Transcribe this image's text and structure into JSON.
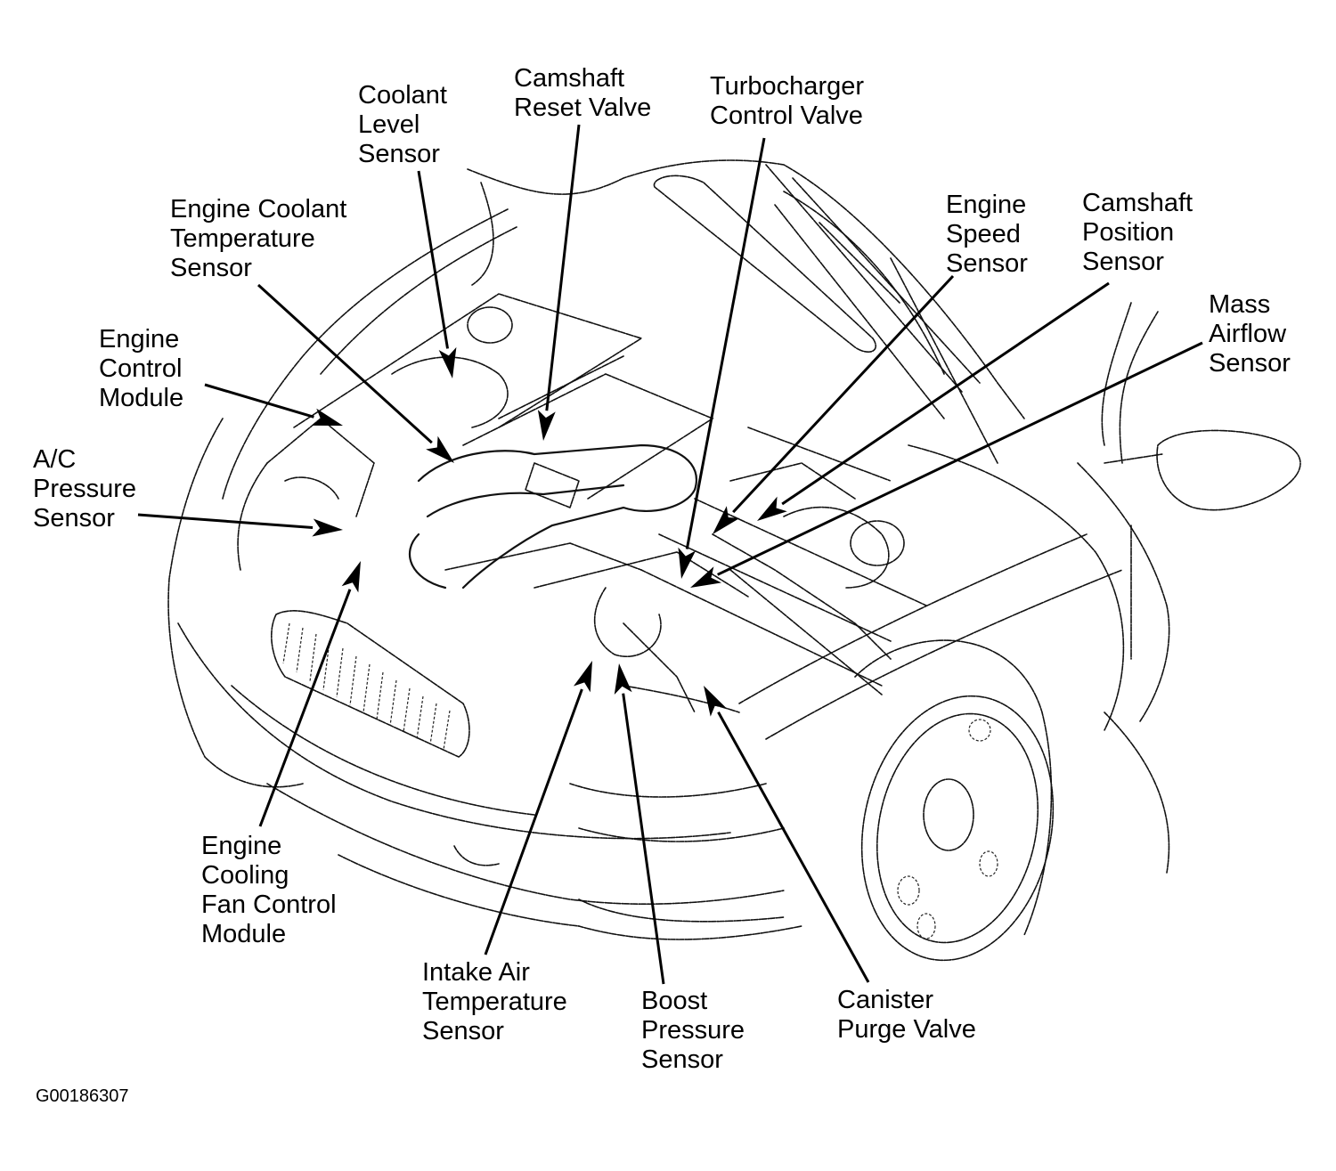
{
  "diagram": {
    "type": "component-locator",
    "subject": "Engine compartment component locations",
    "figure_id": "G00186307",
    "labels": [
      {
        "id": "coolant-level-sensor",
        "text": "Coolant\nLevel\nSensor"
      },
      {
        "id": "camshaft-reset-valve",
        "text": "Camshaft\nReset Valve"
      },
      {
        "id": "turbocharger-control-valve",
        "text": "Turbocharger\nControl Valve"
      },
      {
        "id": "engine-coolant-temperature-sensor",
        "text": "Engine Coolant\nTemperature\nSensor"
      },
      {
        "id": "engine-speed-sensor",
        "text": "Engine\nSpeed\nSensor"
      },
      {
        "id": "camshaft-position-sensor",
        "text": "Camshaft\nPosition\nSensor"
      },
      {
        "id": "mass-airflow-sensor",
        "text": "Mass\nAirflow\nSensor"
      },
      {
        "id": "engine-control-module",
        "text": "Engine\nControl\nModule"
      },
      {
        "id": "ac-pressure-sensor",
        "text": "A/C\nPressure\nSensor"
      },
      {
        "id": "engine-cooling-fan-control-module",
        "text": "Engine\nCooling\nFan Control\nModule"
      },
      {
        "id": "intake-air-temperature-sensor",
        "text": "Intake Air\nTemperature\nSensor"
      },
      {
        "id": "boost-pressure-sensor",
        "text": "Boost\nPressure\nSensor"
      },
      {
        "id": "canister-purge-valve",
        "text": "Canister\nPurge Valve"
      }
    ]
  }
}
